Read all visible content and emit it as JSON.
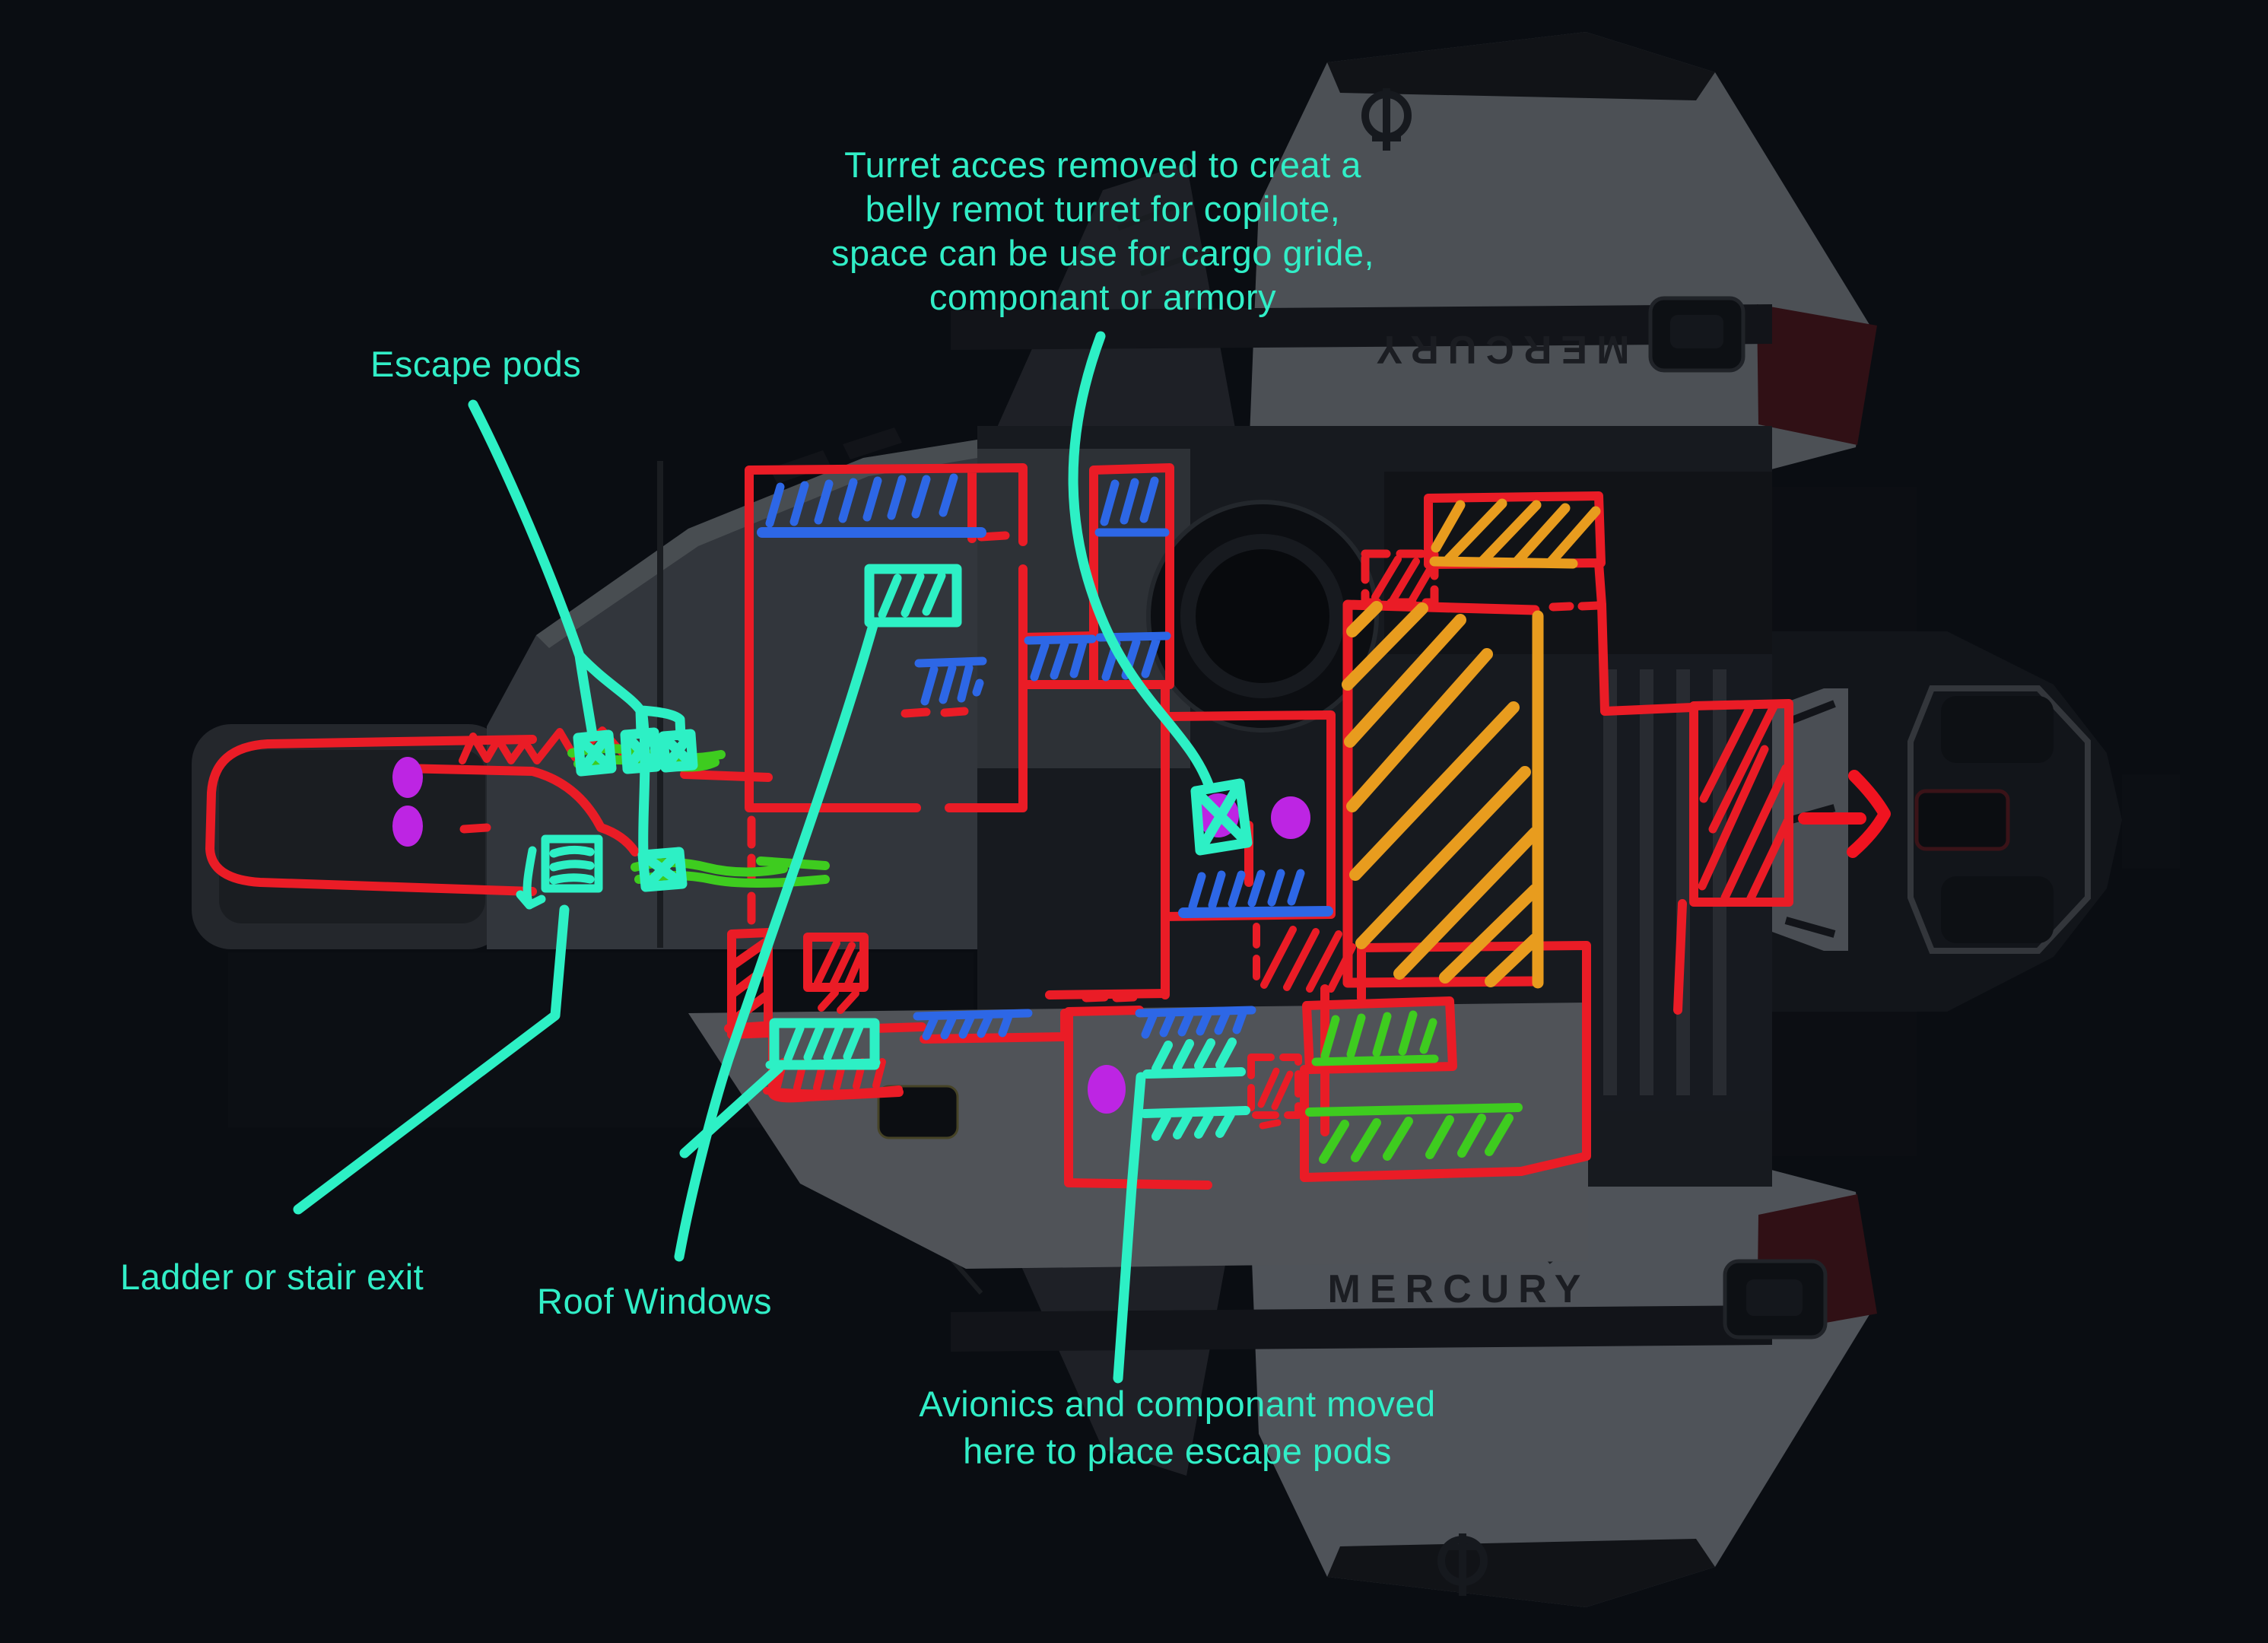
{
  "ship": {
    "name": "MERCURY",
    "top_wing_label": "MERCURY",
    "bottom_wing_label": "MERCURY"
  },
  "notes": {
    "turret": {
      "lines": [
        "Turret acces removed to creat a",
        "belly remot turret for copilote,",
        "space can be use for cargo gride,",
        "componant or armory"
      ]
    },
    "escape_pods": {
      "text": "Escape pods"
    },
    "ladder": {
      "text": "Ladder or stair exit"
    },
    "roof_windows": {
      "text": "Roof Windows"
    },
    "avionics": {
      "lines": [
        "Avionics and componant moved",
        "here to place escape pods"
      ]
    }
  },
  "colors": {
    "background": "#0a0e13",
    "label_text": "#31eec7",
    "annotation_red": "#ea1c26",
    "annotation_blue": "#2d67e6",
    "annotation_teal": "#2df0c5",
    "annotation_orange": "#e89c1e",
    "annotation_green": "#3ecc1f",
    "annotation_purple": "#bd25e3",
    "hull_light": "#7a7f85",
    "hull_dark": "#17191d"
  }
}
